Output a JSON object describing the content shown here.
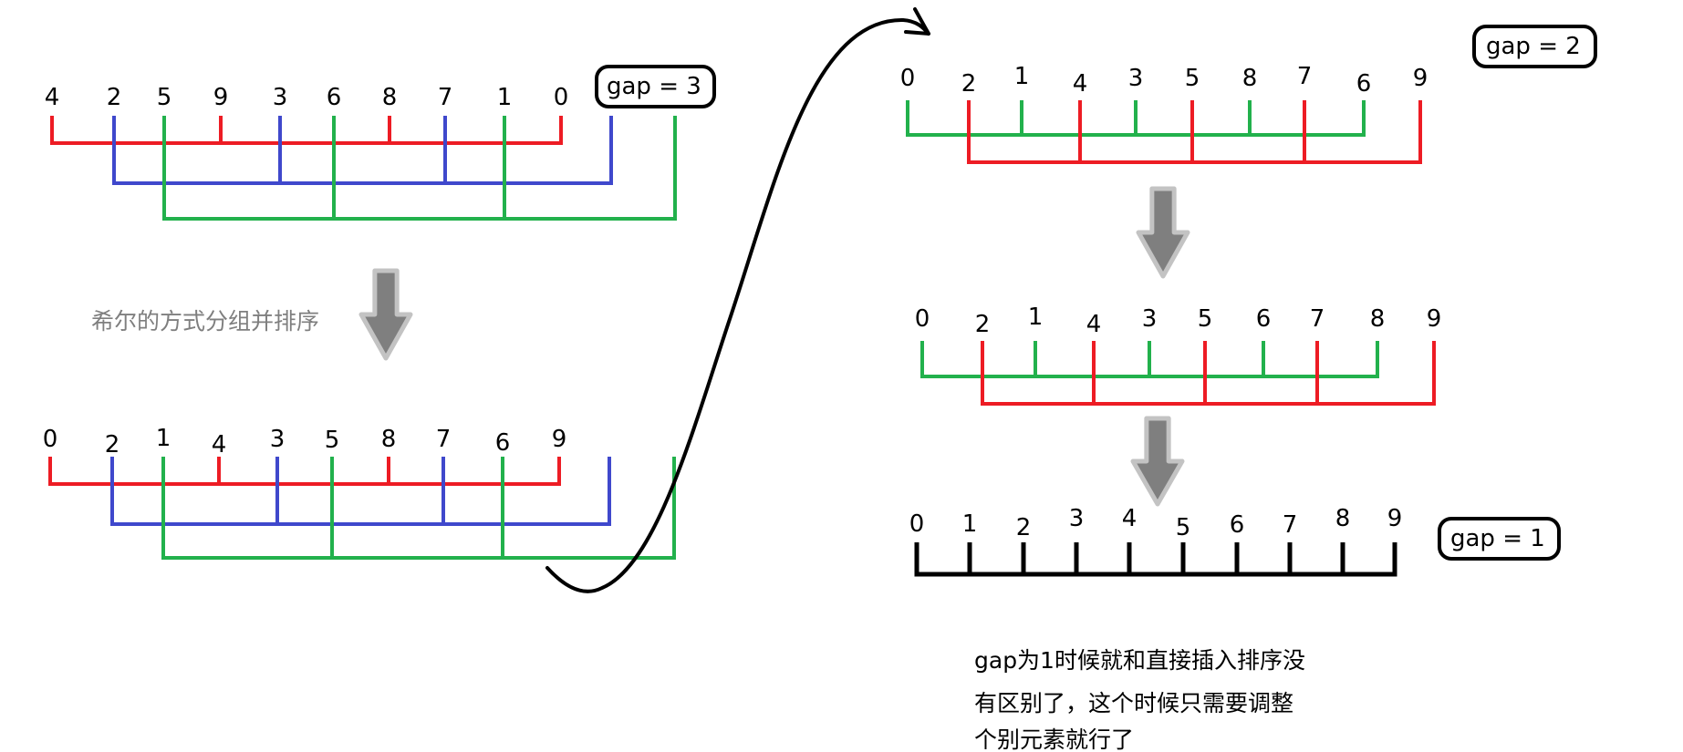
{
  "colors": {
    "red": "#ED1C24",
    "blue": "#3F48CC",
    "green": "#22B14C",
    "black": "#000000",
    "arrow_fill": "#7f7f7f",
    "arrow_stroke": "#c3c3c3",
    "caption": "#7f7f7f"
  },
  "step1": {
    "gap_label": "gap = 3",
    "values": [
      "4",
      "2",
      "5",
      "9",
      "3",
      "6",
      "8",
      "7",
      "1",
      "0"
    ],
    "groups": [
      "red",
      "blue",
      "green"
    ]
  },
  "step1_caption": "希尔的方式分组并排序",
  "step1_result": {
    "values": [
      "0",
      "2",
      "1",
      "4",
      "3",
      "5",
      "8",
      "7",
      "6",
      "9"
    ],
    "groups": [
      "red",
      "blue",
      "green"
    ]
  },
  "step2": {
    "gap_label": "gap = 2",
    "values": [
      "0",
      "2",
      "1",
      "4",
      "3",
      "5",
      "8",
      "7",
      "6",
      "9"
    ],
    "groups": [
      "green",
      "red"
    ]
  },
  "step2_result": {
    "values": [
      "0",
      "2",
      "1",
      "4",
      "3",
      "5",
      "6",
      "7",
      "8",
      "9"
    ],
    "groups": [
      "green",
      "red"
    ]
  },
  "step3": {
    "gap_label": "gap = 1",
    "values": [
      "0",
      "1",
      "2",
      "3",
      "4",
      "5",
      "6",
      "7",
      "8",
      "9"
    ],
    "groups": [
      "black"
    ]
  },
  "note": {
    "lines": [
      "gap为1时候就和直接插入排序没",
      "有区别了，这个时候只需要调整",
      "个别元素就行了"
    ]
  }
}
